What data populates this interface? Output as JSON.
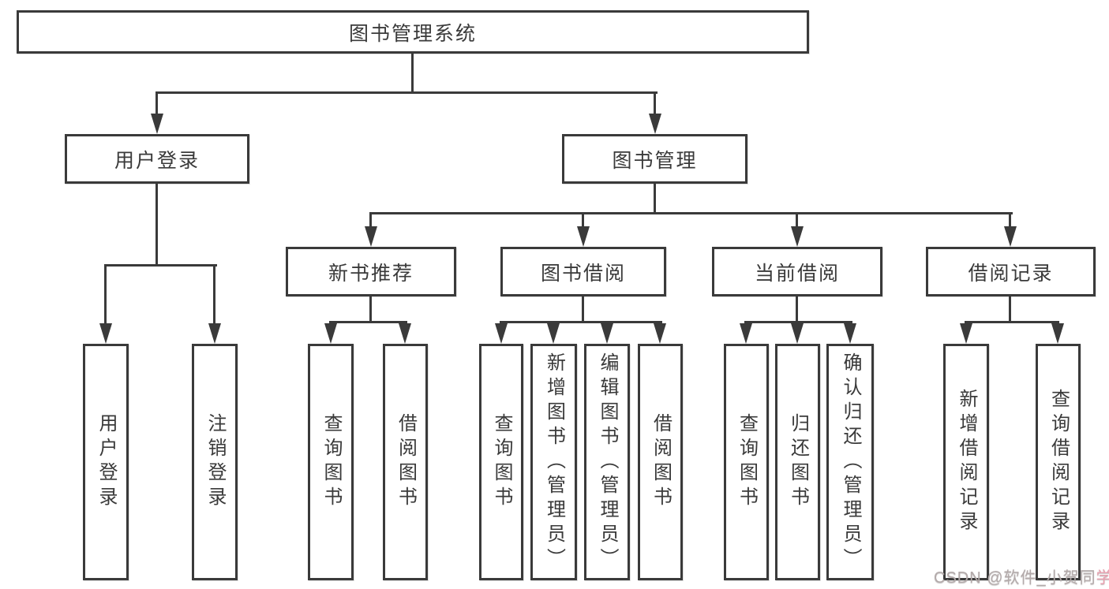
{
  "colors": {
    "line": "#3a3a3a",
    "text": "#3a3a3a",
    "bg": "#ffffff",
    "wm_gray": "#b3aaaa",
    "wm_pink": "#e89fae"
  },
  "tree": {
    "root": "图书管理系统",
    "children": [
      {
        "label": "用户登录",
        "children": [
          "用户登录",
          "注销登录"
        ]
      },
      {
        "label": "图书管理",
        "children": [
          {
            "label": "新书推荐",
            "children": [
              "查询图书",
              "借阅图书"
            ]
          },
          {
            "label": "图书借阅",
            "children": [
              "查询图书",
              "新增图书（管理员）",
              "编辑图书（管理员）",
              "借阅图书"
            ]
          },
          {
            "label": "当前借阅",
            "children": [
              "查询图书",
              "归还图书",
              "确认归还（管理员）"
            ]
          },
          {
            "label": "借阅记录",
            "children": [
              "新增借阅记录",
              "查询借阅记录"
            ]
          }
        ]
      }
    ]
  },
  "watermark": {
    "text_main": "CSDN @软件_小贺同",
    "text_accent": "学"
  }
}
